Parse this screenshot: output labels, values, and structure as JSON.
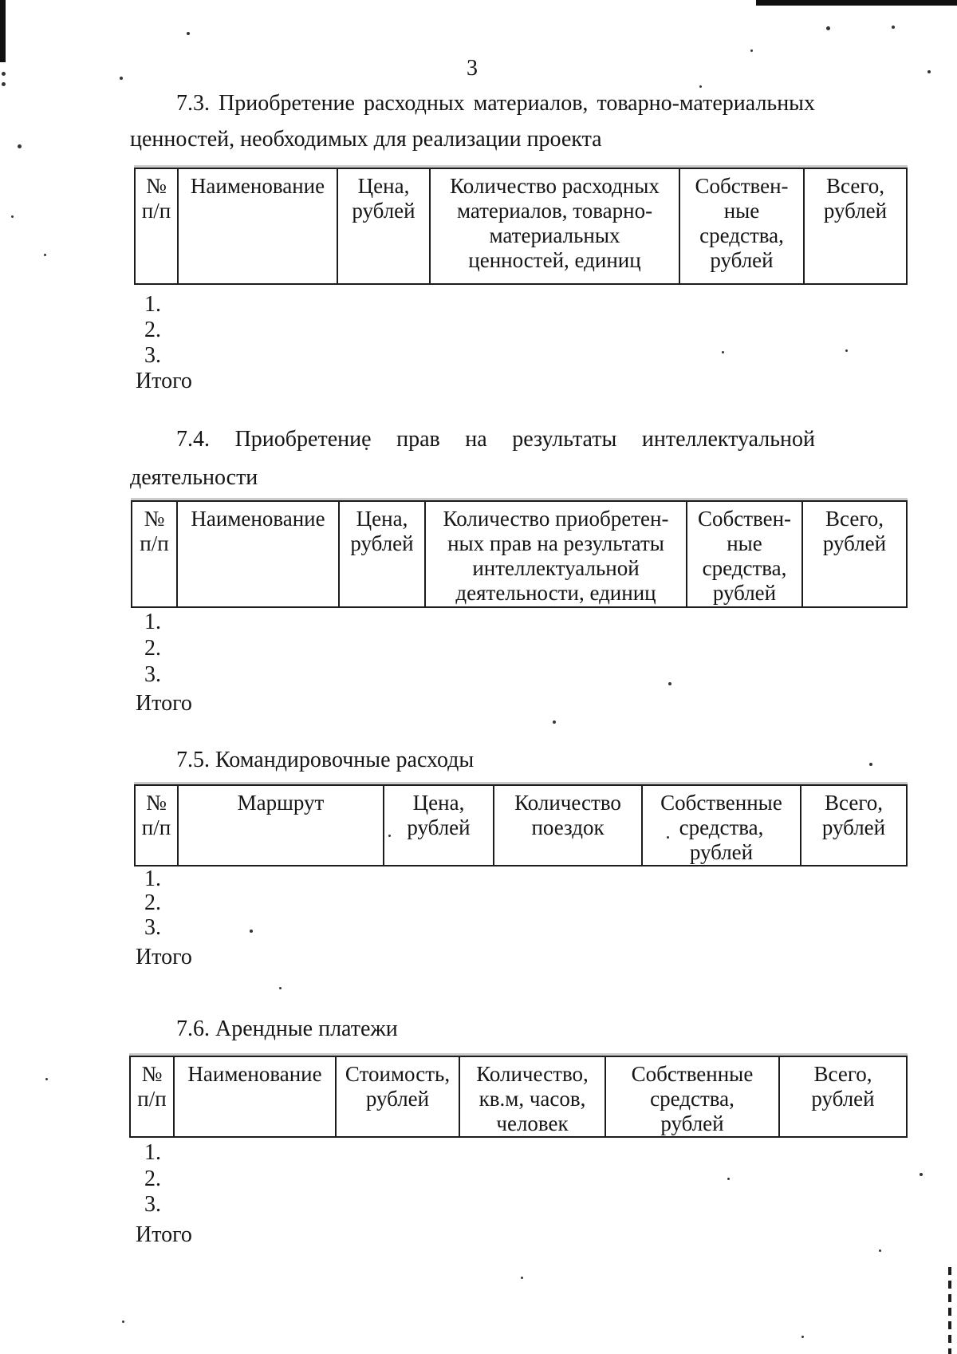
{
  "page": {
    "number": "3"
  },
  "sections": [
    {
      "id": "7.3",
      "heading_lines": [
        "7.3. Приобретение расходных материалов, товарно-материальных",
        "ценностей, необходимых для реализации проекта"
      ],
      "table": {
        "columns": [
          "№\nп/п",
          "Наименование",
          "Цена,\nрублей",
          "Количество расходных\nматериалов, товарно-\nматериальных\nценностей, единиц",
          "Собствен-\nные\nсредства,\nрублей",
          "Всего,\nрублей"
        ]
      },
      "rows": [
        "1.",
        "2.",
        "3."
      ],
      "total_label": "Итого"
    },
    {
      "id": "7.4",
      "heading_lines": [
        "7.4. Приобретение прав на результаты интеллектуальной",
        "деятельности"
      ],
      "table": {
        "columns": [
          "№\nп/п",
          "Наименование",
          "Цена,\nрублей",
          "Количество приобретен-\nных прав на результаты\nинтеллектуальной\nдеятельности, единиц",
          "Собствен-\nные\nсредства,\nрублей",
          "Всего,\nрублей"
        ]
      },
      "rows": [
        "1.",
        "2.",
        "3."
      ],
      "total_label": "Итого"
    },
    {
      "id": "7.5",
      "heading_lines": [
        "7.5. Командировочные расходы"
      ],
      "table": {
        "columns": [
          "№\nп/п",
          "Маршрут",
          "Цена,\nрублей",
          "Количество\nпоездок",
          "Собственные\nсредства,\nрублей",
          "Всего,\nрублей"
        ]
      },
      "rows": [
        "1.",
        "2.",
        "3."
      ],
      "total_label": "Итого"
    },
    {
      "id": "7.6",
      "heading_lines": [
        "7.6. Арендные платежи"
      ],
      "table": {
        "columns": [
          "№\nп/п",
          "Наименование",
          "Стоимость,\nрублей",
          "Количество,\nкв.м, часов,\nчеловек",
          "Собственные\nсредства,\nрублей",
          "Всего,\nрублей"
        ]
      },
      "rows": [
        "1.",
        "2.",
        "3."
      ],
      "total_label": "Итого"
    }
  ],
  "artifacts": {
    "ink_color": "#101010",
    "dots": [
      [
        234,
        40,
        4
      ],
      [
        1036,
        33,
        5
      ],
      [
        1118,
        32,
        4
      ],
      [
        941,
        62,
        3
      ],
      [
        1163,
        88,
        4
      ],
      [
        877,
        107,
        3
      ],
      [
        150,
        96,
        4
      ],
      [
        22,
        181,
        5
      ],
      [
        2,
        90,
        5
      ],
      [
        2,
        103,
        5
      ],
      [
        14,
        270,
        3
      ],
      [
        55,
        318,
        3
      ],
      [
        905,
        440,
        3
      ],
      [
        1060,
        438,
        3
      ],
      [
        458,
        561,
        3
      ],
      [
        693,
        903,
        4
      ],
      [
        838,
        855,
        4
      ],
      [
        1090,
        956,
        4
      ],
      [
        487,
        1046,
        3
      ],
      [
        836,
        1048,
        3
      ],
      [
        313,
        1165,
        4
      ],
      [
        350,
        1237,
        3
      ],
      [
        57,
        1351,
        3
      ],
      [
        912,
        1476,
        3
      ],
      [
        1153,
        1470,
        4
      ],
      [
        1102,
        1566,
        3
      ],
      [
        653,
        1600,
        3
      ],
      [
        153,
        1655,
        3
      ],
      [
        1005,
        1674,
        3
      ]
    ]
  }
}
